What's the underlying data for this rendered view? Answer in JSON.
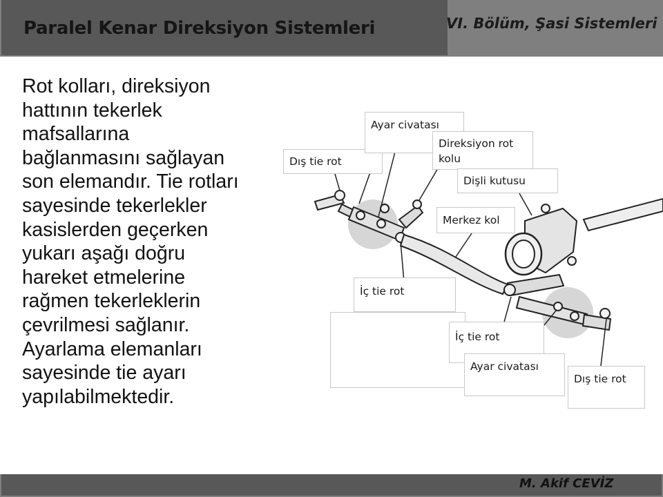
{
  "header": {
    "title": "Paralel Kenar Direksiyon Sistemleri",
    "chapter": "VI. Bölüm, Şasi Sistemleri"
  },
  "body": {
    "lines": [
      "Rot kolları, direksiyon",
      "hattının tekerlek",
      "mafsallarına",
      "bağlanmasını sağlayan",
      "son elemandır. Tie rotları",
      "sayesinde tekerlekler",
      "kasislerden geçerken",
      "yukarı aşağı doğru",
      "hareket etmelerine",
      "rağmen tekerleklerin",
      "çevrilmesi sağlanır.",
      "Ayarlama elemanları",
      "sayesinde tie ayarı",
      "yapılabilmektedir."
    ]
  },
  "diagram": {
    "labels": {
      "ayar_civatasi_top": "Ayar civatası",
      "dis_tie_rot_left": "Dış tie rot",
      "direksiyon_rot_kolu_1": "Direksiyon rot",
      "direksiyon_rot_kolu_2": "kolu",
      "disli_kutusu": "Dişli kutusu",
      "merkez_kol": "Merkez kol",
      "ic_tie_rot_left": "İç tie rot",
      "ic_tie_rot_right": "İç tie rot",
      "ayar_civatasi_bottom": "Ayar civatası",
      "dis_tie_rot_right": "Dış tie rot"
    }
  },
  "footer": {
    "author": "M. Akif CEVİZ"
  }
}
